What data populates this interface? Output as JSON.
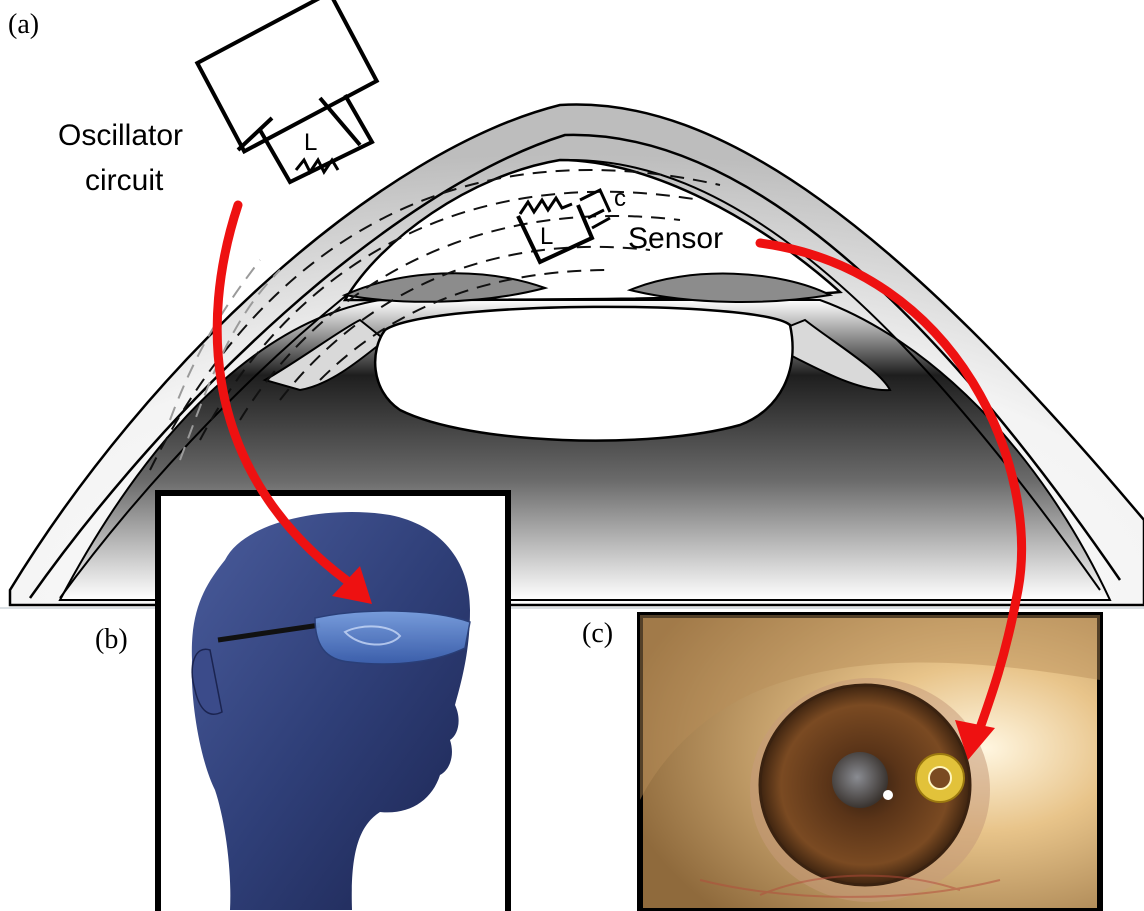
{
  "panels": {
    "a_label": "(a)",
    "b_label": "(b)",
    "c_label": "(c)"
  },
  "diagram": {
    "oscillator_line1": "Oscillator",
    "oscillator_line2": "circuit",
    "sensor_label": "Sensor",
    "inductor_symbol": "L",
    "capacitor_symbol": "c"
  },
  "colors": {
    "arrow": "#ee1111",
    "head_figure": "#2f3f78",
    "glasses_lens": "#4f78c8",
    "iris": "#6b3d1c",
    "sensor_ring": "#e2c23a"
  }
}
